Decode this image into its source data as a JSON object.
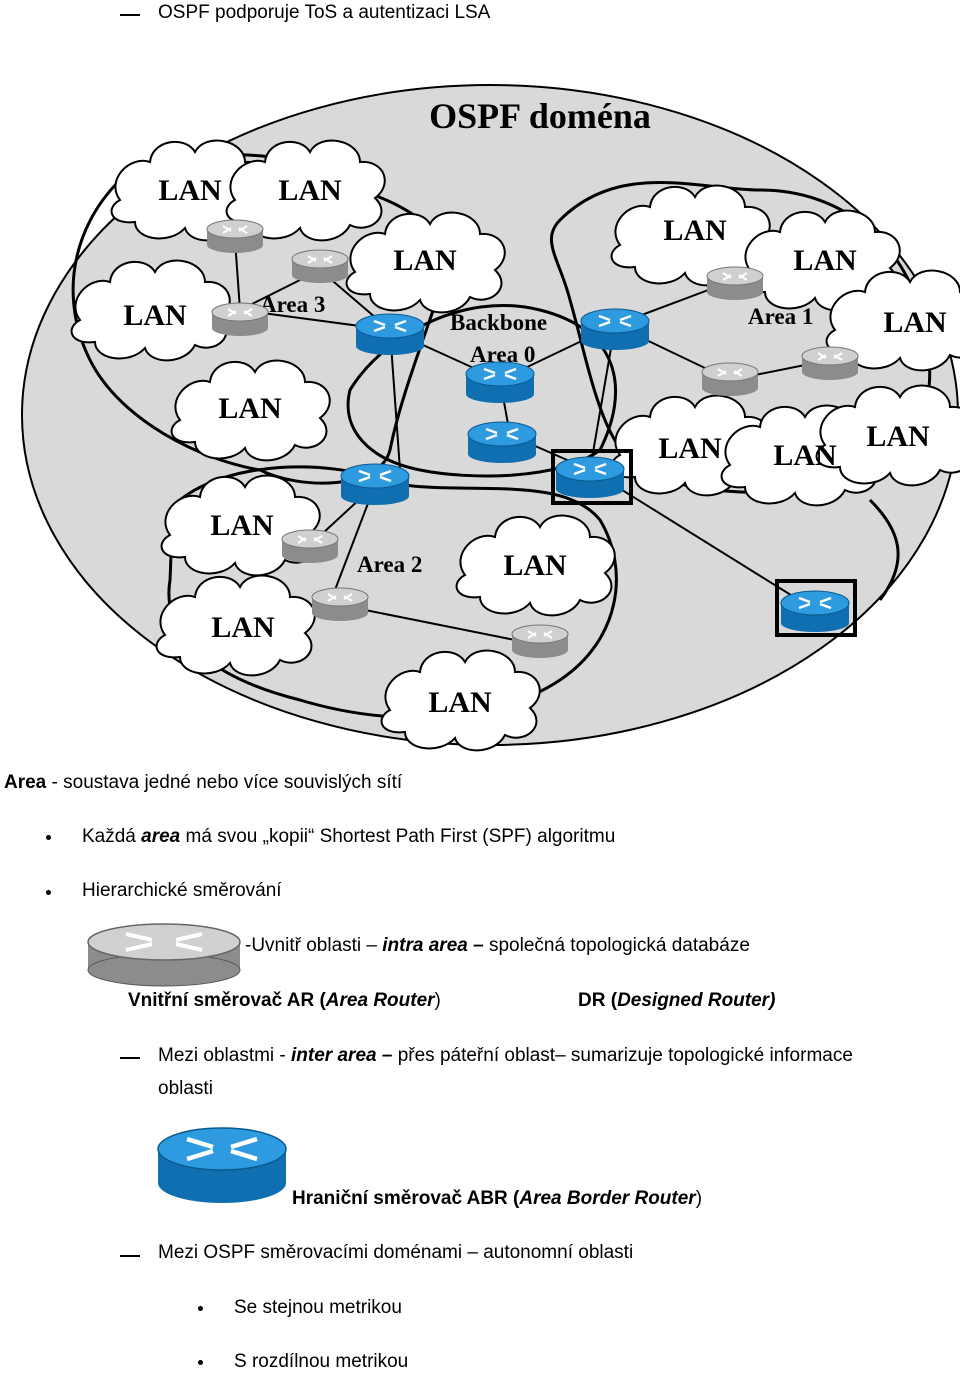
{
  "heading_item": "OSPF podporuje ToS a autentizaci LSA",
  "diagram": {
    "title": "OSPF doména",
    "lan_label": "LAN",
    "area3": "Area 3",
    "area1": "Area 1",
    "area2": "Area 2",
    "backbone_line1": "Backbone",
    "backbone_line2": "Area 0"
  },
  "area_def": {
    "term": "Area",
    "rest": " - soustava jedné nebo více souvislých sítí"
  },
  "bullet1": {
    "a": "Každá ",
    "b": "area",
    "c": " má svou „kopii“ Shortest Path First (SPF) algoritmu"
  },
  "bullet2": "Hierarchické směrování",
  "intra": {
    "a": "-Uvnitř oblasti – ",
    "b": "intra area –",
    "c": " společná topologická databáze"
  },
  "ar_caption": {
    "a": "Vnitřní směrovač AR (",
    "b": "Area Router",
    "c": ")"
  },
  "dr_caption": {
    "a": "DR  (",
    "b": "Designed Router)"
  },
  "inter": {
    "a": "Mezi oblastmi - ",
    "b": "inter area –",
    "c": " přes páteřní oblast– sumarizuje topologické informace",
    "d": "oblasti"
  },
  "abr_caption": {
    "a": "Hraniční směrovač ABR (",
    "b": "Area Border Router",
    "c": ")"
  },
  "autonomous": "Mezi OSPF směrovacími doménami – autonomní oblasti",
  "sub1": "Se stejnou metrikou",
  "sub2": "S rozdílnou metrikou",
  "colors": {
    "ellipse": "#d9d9d9",
    "blue_router": "#1f8fd6",
    "grey_router": "#c0c0c0"
  },
  "icons": [
    "grey-router-icon",
    "blue-router-icon",
    "cloud-icon"
  ]
}
